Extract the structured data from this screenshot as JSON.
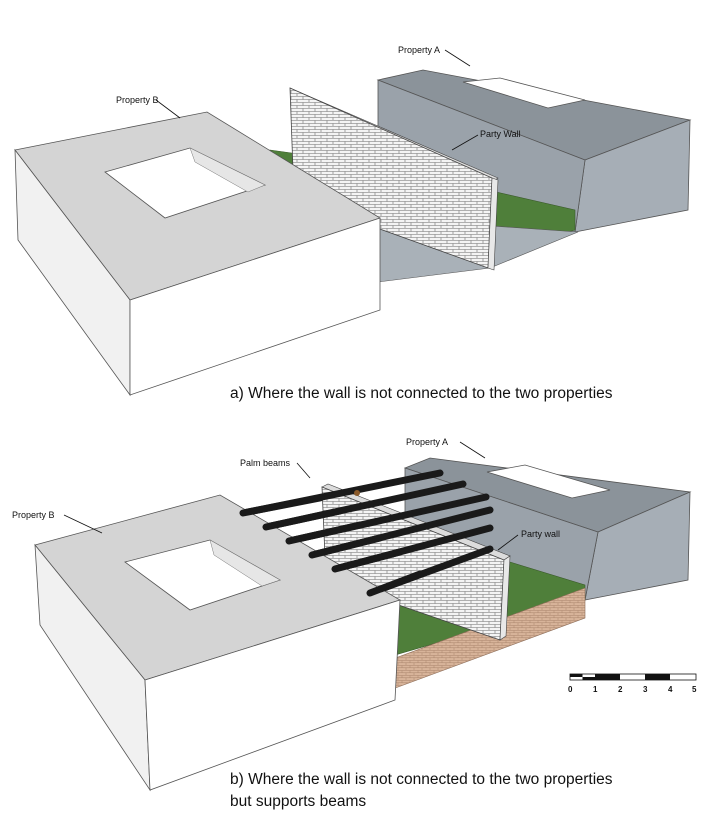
{
  "panel_a": {
    "labels": {
      "property_a": "Property A",
      "property_b": "Property B",
      "party_wall": "Party Wall"
    },
    "caption": "a) Where the wall is not connected to the two properties"
  },
  "panel_b": {
    "labels": {
      "property_a": "Property A",
      "property_b": "Property B",
      "party_wall": "Party wall",
      "palm_beams": "Palm beams"
    },
    "caption_line1": "b) Where the wall is not connected to the two properties",
    "caption_line2": "but supports beams"
  },
  "scale_bar": {
    "ticks": [
      "0",
      "1",
      "2",
      "3",
      "4",
      "5"
    ]
  },
  "colors": {
    "roof_light": "#d4d4d4",
    "front_white": "#ffffff",
    "side_light": "#f1f1f1",
    "roof_dark": "#8b939a",
    "side_dark": "#9aa2aa",
    "front_dark": "#a6aeb6",
    "grass": "#4f7f3a",
    "beam": "#1a1a1a",
    "brick": "#c9a98a"
  }
}
